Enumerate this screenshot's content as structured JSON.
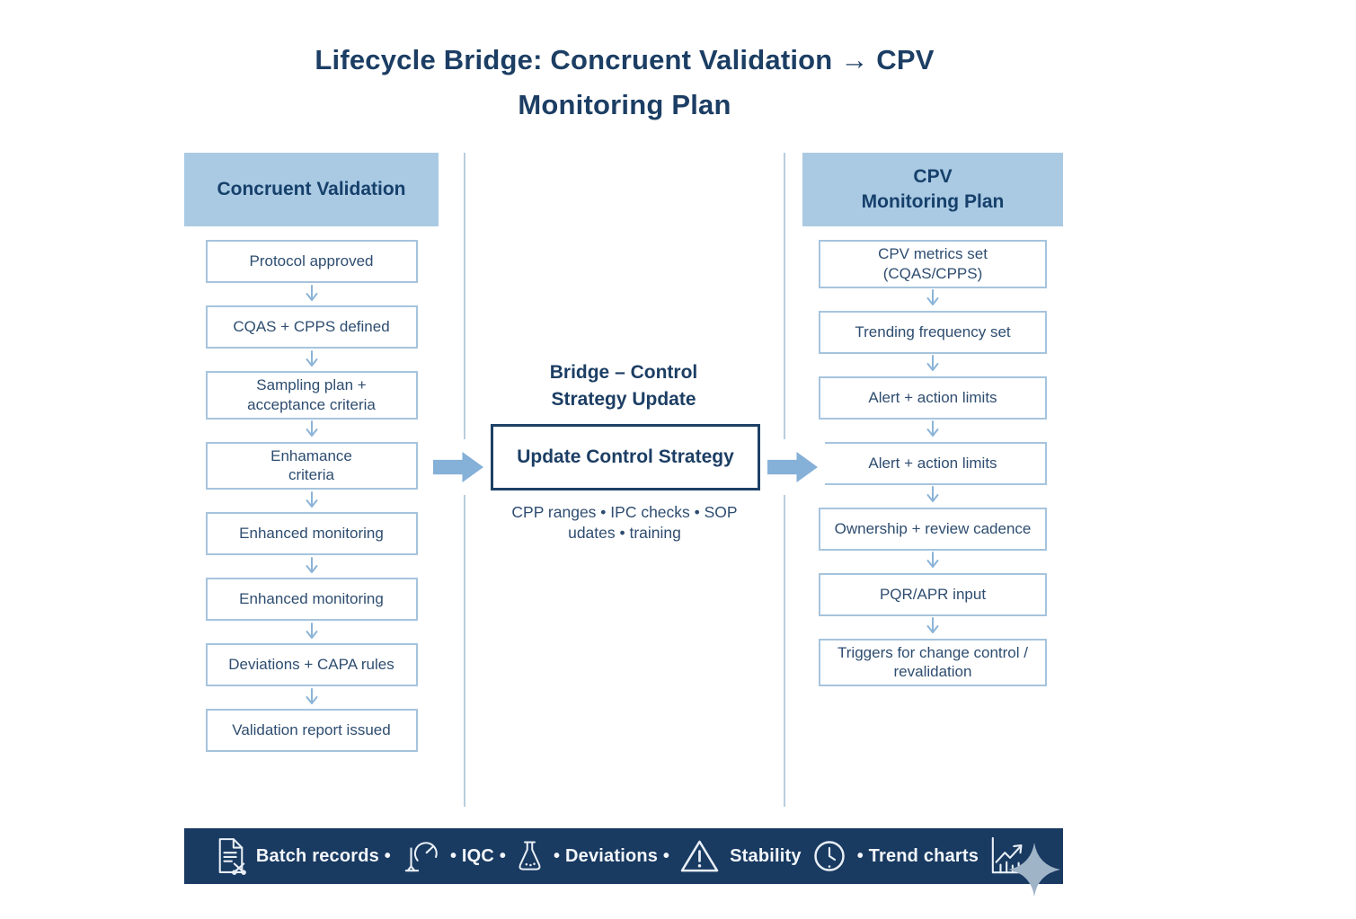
{
  "title": "Lifecycle Bridge: Concruent Validation → CPV\nMonitoring Plan",
  "columns": {
    "left": {
      "header": "Concruent Validation",
      "steps": [
        "Protocol approved",
        "CQAS + CPPS defined",
        "Sampling plan +\nacceptance criteria",
        "Enhamance\ncriteria",
        "Enhanced monitoring",
        "Enhanced monitoring",
        "Deviations + CAPA rules",
        "Validation report issued"
      ]
    },
    "right": {
      "header": "CPV\nMonitoring Plan",
      "steps": [
        "CPV metrics set (CQAS/CPPS)",
        "Trending frequency set",
        "Alert + action limits",
        "Alert + action limits",
        "Ownership + review cadence",
        "PQR/APR input",
        "Triggers for change control /\nrevalidation"
      ]
    }
  },
  "bridge": {
    "heading": "Bridge – Control\nStrategy Update",
    "box_label": "Update Control Strategy",
    "note": "CPP ranges • IPC checks • SOP\nudates • training"
  },
  "footer": {
    "segments": [
      {
        "icon": "batch-records-document-icon"
      },
      {
        "text": "Batch records •"
      },
      {
        "icon": "gauge-icon"
      },
      {
        "text": "• IQC •"
      },
      {
        "icon": "flask-icon"
      },
      {
        "text": "• Deviations •"
      },
      {
        "icon": "warning-triangle-icon"
      },
      {
        "text": "Stability"
      },
      {
        "icon": "clock-icon"
      },
      {
        "text": "• Trend charts"
      },
      {
        "icon": "trend-chart-icon"
      },
      {
        "icon": "sparkle-icon"
      }
    ]
  },
  "colors": {
    "navy_text": "#1c3e64",
    "step_text": "#2e4d70",
    "header_fill": "#aacae3",
    "box_border": "#a6c4dd",
    "arrow_blue": "#85b0d7",
    "divider": "#b9cedd",
    "bridge_border": "#1e4166",
    "footer_bar": "#193a61",
    "footer_text": "#f3f7fb",
    "sparkle": "#a0b4c8"
  }
}
